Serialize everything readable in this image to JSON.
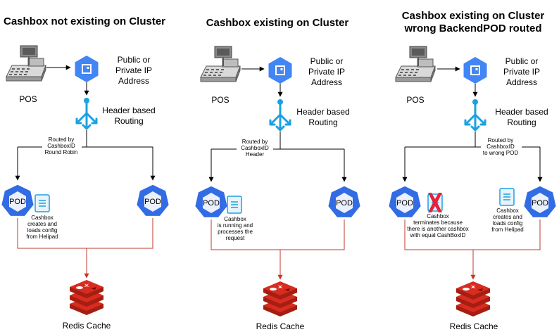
{
  "panels": [
    {
      "title_lines": [
        "Cashbox not existing on Cluster"
      ],
      "pos_label": "POS",
      "ip_label_lines": [
        "Public or",
        "Private IP",
        "Address"
      ],
      "routing_label_lines": [
        "Header based",
        "Routing"
      ],
      "route_note_lines": [
        "Routed by",
        "CashboxID",
        "Round Robin"
      ],
      "pod_left_label": "POD",
      "pod_right_label": "POD",
      "pod_note_lines": [
        "Cashbox",
        "creates and",
        "loads config",
        "from Helipad"
      ],
      "cache_label": "Redis Cache"
    },
    {
      "title_lines": [
        "Cashbox existing on Cluster"
      ],
      "pos_label": "POS",
      "ip_label_lines": [
        "Public or",
        "Private IP",
        "Address"
      ],
      "routing_label_lines": [
        "Header based",
        "Routing"
      ],
      "route_note_lines": [
        "Routed by",
        "CashboxID",
        "Header"
      ],
      "pod_left_label": "POD",
      "pod_right_label": "POD",
      "pod_note_lines": [
        "Cashbox",
        "is running and",
        "processes the",
        "request"
      ],
      "cache_label": "Redis Cache"
    },
    {
      "title_lines": [
        "Cashbox existing on Cluster",
        "wrong BackendPOD routed"
      ],
      "pos_label": "POS",
      "ip_label_lines": [
        "Public or",
        "Private IP",
        "Address"
      ],
      "routing_label_lines": [
        "Header based",
        "Routing"
      ],
      "route_note_lines": [
        "Routed by",
        "CashboxID",
        "to wrong POD"
      ],
      "pod_left_label": "POD",
      "pod_right_label": "POD",
      "pod_note_left_lines": [
        "Cashbox",
        "terminates because",
        "there is another cashbox",
        "with equal CashBoxID"
      ],
      "pod_note_right_lines": [
        "Cashbox",
        "creates and",
        "loads config",
        "from Helipad"
      ],
      "cache_label": "Redis Cache"
    }
  ],
  "colors": {
    "gcp_blue": "#4285F4",
    "k8s_blue": "#326CE5",
    "routing_cyan": "#1BA1E2",
    "redis_red": "#C6302B",
    "link_red": "#C0392B",
    "error_red": "#E8213A"
  }
}
